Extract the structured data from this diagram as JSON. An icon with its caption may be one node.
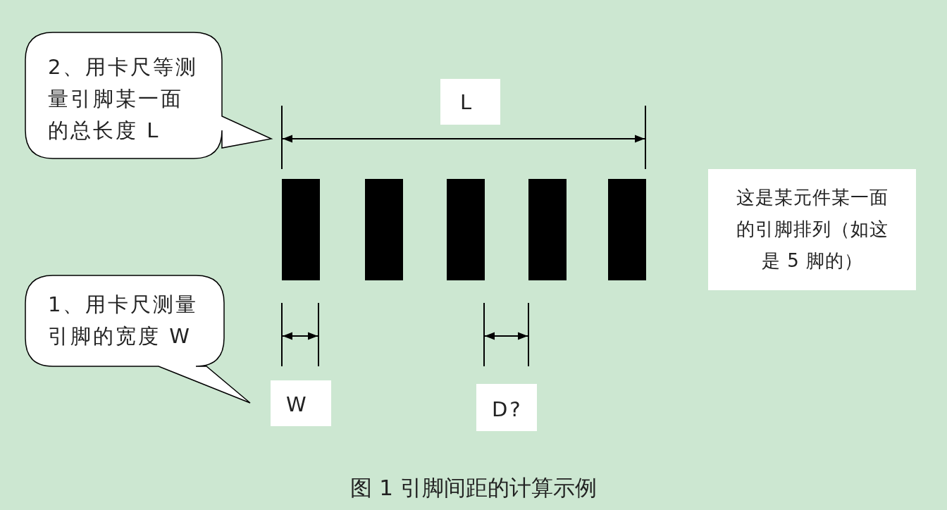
{
  "diagram": {
    "caption": "图 1  引脚间距的计算示例",
    "nodes": [
      {
        "text": [
          "2、用卡尺等测量引脚某一面的总长度 L"
        ]
      },
      {
        "text": [
          "L"
        ]
      },
      {
        "text": [
          "这是某元件某一面的引脚排列（如这是 5 脚的）"
        ]
      },
      {
        "text": [
          "1、用卡尺测量引脚的宽度 W"
        ]
      },
      {
        "text": [
          "W"
        ]
      },
      {
        "text": [
          "D?"
        ]
      }
    ]
  }
}
